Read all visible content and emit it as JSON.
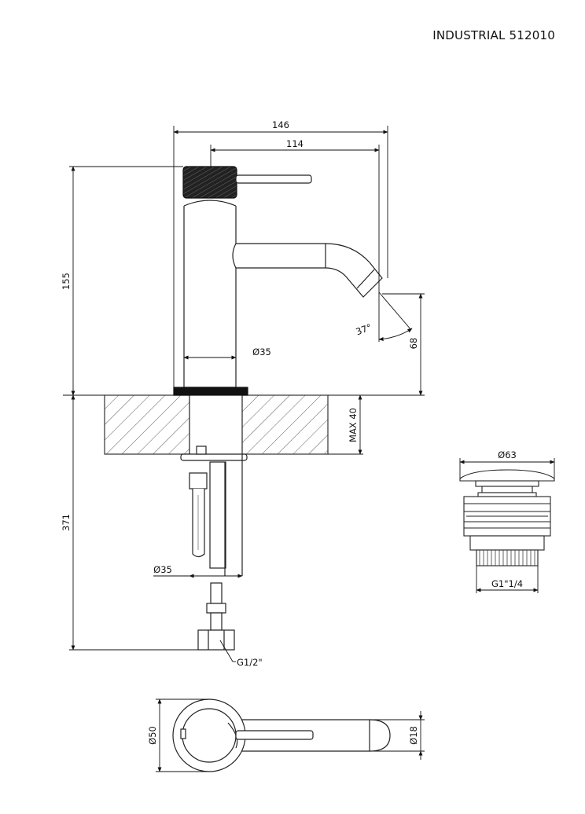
{
  "title": "INDUSTRIAL 512010",
  "dimensions": {
    "width_total": "146",
    "width_spout": "114",
    "height_body": "155",
    "height_spout": "68",
    "angle": "37°",
    "body_diameter": "Ø35",
    "max_counter": "MAX 40",
    "below_counter": "371",
    "shank_diameter": "Ø35",
    "inlet_thread": "G1/2\"",
    "waste_diameter": "Ø63",
    "waste_thread": "G1\"1/4",
    "top_diameter": "Ø50",
    "spout_diameter": "Ø18"
  }
}
